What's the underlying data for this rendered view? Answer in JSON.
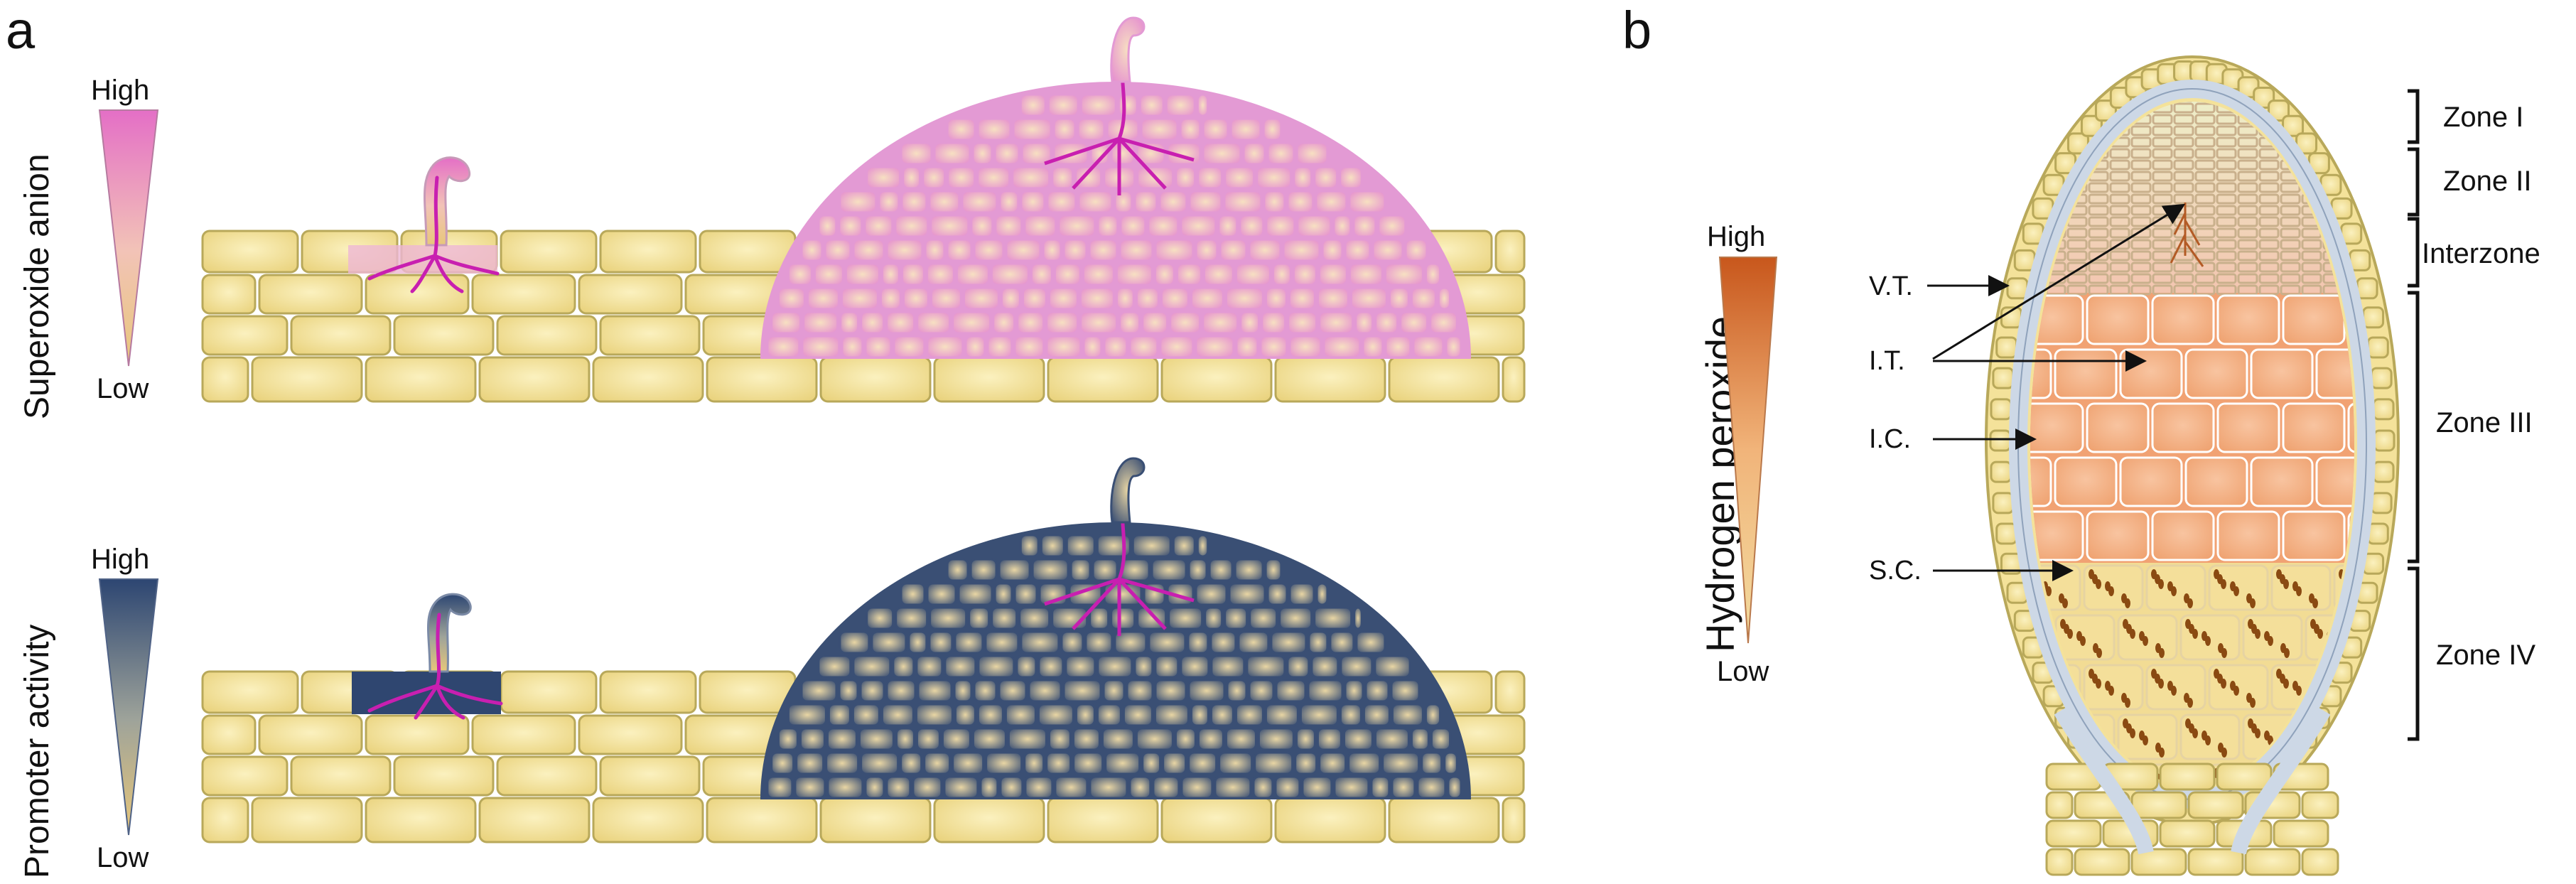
{
  "panel_a": {
    "letter": "a",
    "top_scale": {
      "title": "Superoxide anion",
      "high": "High",
      "low": "Low"
    },
    "bottom_scale": {
      "title": "Promoter activity",
      "high": "High",
      "low": "Low"
    }
  },
  "panel_b": {
    "letter": "b",
    "scale": {
      "title": "Hydrogen peroxide",
      "high": "High",
      "low": "Low"
    },
    "labels": {
      "vt": "V.T.",
      "it": "I.T.",
      "ic": "I.C.",
      "sc": "S.C."
    },
    "zones": [
      "Zone I",
      "Zone II",
      "Interzone",
      "Zone III",
      "Zone IV"
    ]
  },
  "colors": {
    "cell_fill": "#f4e29a",
    "cell_edge": "#b8a85a",
    "superoxide": "#e89ad6",
    "promoter": "#3f5478",
    "hydrogen_peroxide": "#f2a678",
    "infection_thread": "#c81fb0",
    "vascular": "#cdd8e6",
    "bacteroid_dots": "#8a4a12"
  }
}
